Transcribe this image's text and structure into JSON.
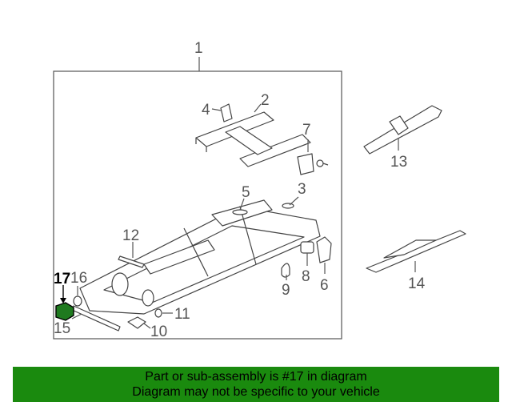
{
  "callouts": {
    "c1": "1",
    "c2": "2",
    "c3": "3",
    "c4": "4",
    "c5": "5",
    "c6": "6",
    "c7": "7",
    "c8": "8",
    "c9": "9",
    "c10": "10",
    "c11": "11",
    "c12": "12",
    "c13": "13",
    "c14": "14",
    "c15": "15",
    "c16": "16",
    "c17": "17"
  },
  "highlighted_part": "17",
  "colors": {
    "highlight": "#1f7a1f",
    "banner": "#1a8a0e",
    "line": "#444444"
  },
  "banner": {
    "line1": "Part or sub-assembly is #17 in diagram",
    "line2": "Diagram may not be specific to your vehicle"
  }
}
